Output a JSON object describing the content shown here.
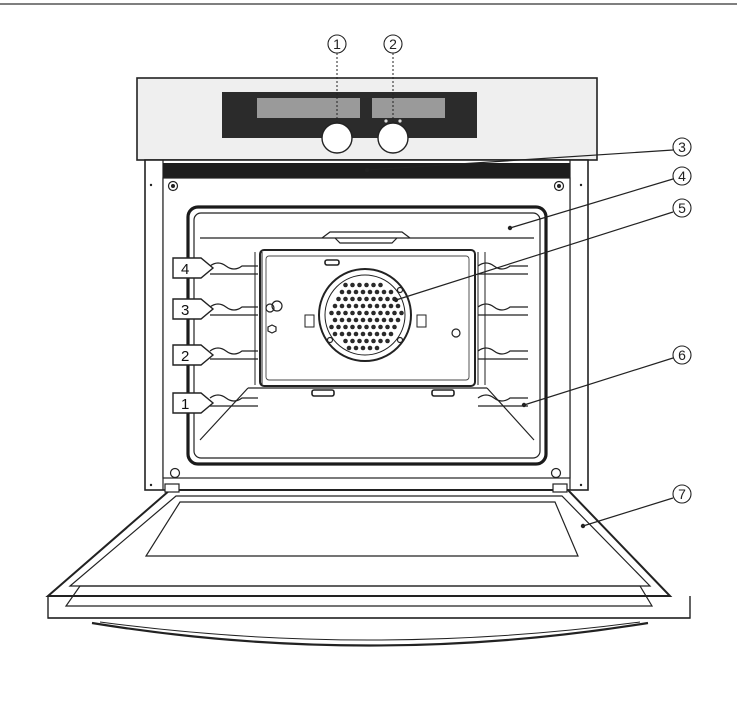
{
  "callouts": [
    "1",
    "2",
    "3",
    "4",
    "5",
    "6",
    "7"
  ],
  "shelf_levels": [
    "4",
    "3",
    "2",
    "1"
  ],
  "colors": {
    "line": "#222222",
    "control_panel_fill": "#eeeeee",
    "display_fill": "#2b2b2b",
    "display_window": "#9a9a9a",
    "fan_hole": "#2a2a2a"
  }
}
